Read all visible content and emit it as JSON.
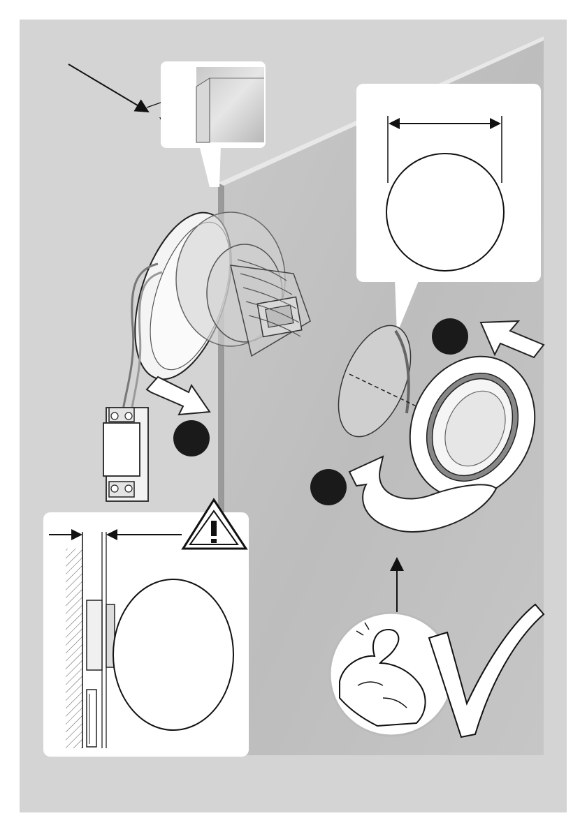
{
  "page": {
    "background": "#ffffff",
    "panel_color": "#d4d4d4",
    "mirror_color": "#c3c3c3",
    "callout_color": "#ffffff",
    "badge_color": "#1a1a1a"
  },
  "step_badges": [
    {
      "id": "badge-top-right"
    },
    {
      "id": "badge-left"
    },
    {
      "id": "badge-lower"
    }
  ],
  "icons": {
    "warning": "warning-triangle-icon",
    "check": "checkmark-icon",
    "strength": "flexed-arm-icon"
  }
}
